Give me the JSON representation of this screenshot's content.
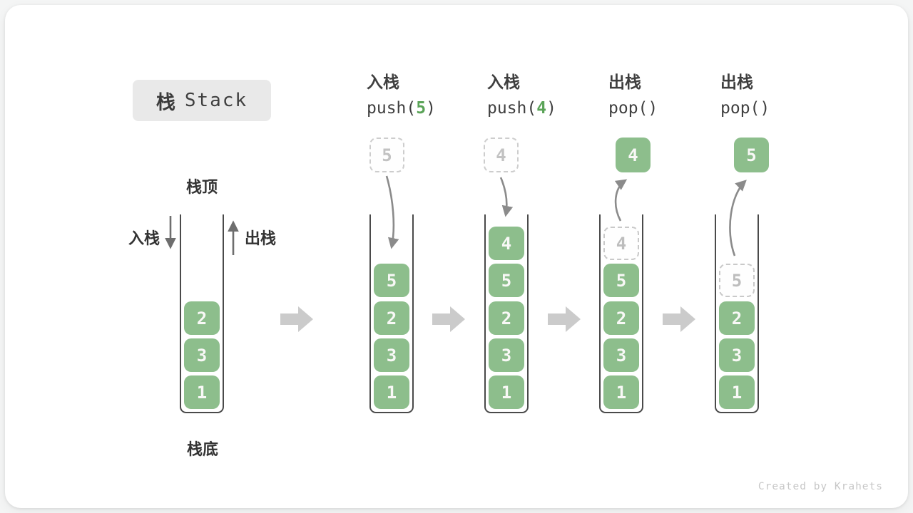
{
  "title": {
    "cjk": "栈",
    "latin": "Stack"
  },
  "labels": {
    "stack_top": "栈顶",
    "stack_bottom": "栈底",
    "push_side": "入栈",
    "pop_side": "出栈"
  },
  "operations": [
    {
      "line1": "入栈",
      "pre": "push(",
      "arg": "5",
      "post": ")"
    },
    {
      "line1": "入栈",
      "pre": "push(",
      "arg": "4",
      "post": ")"
    },
    {
      "line1": "出栈",
      "pre": "pop(",
      "arg": "",
      "post": ")"
    },
    {
      "line1": "出栈",
      "pre": "pop(",
      "arg": "",
      "post": ")"
    }
  ],
  "stacks": [
    {
      "name": "initial",
      "cells": [
        {
          "v": "2",
          "row": 2
        },
        {
          "v": "3",
          "row": 3
        },
        {
          "v": "1",
          "row": 4
        }
      ]
    },
    {
      "name": "after-push-5",
      "cells": [
        {
          "v": "5",
          "row": 1
        },
        {
          "v": "2",
          "row": 2
        },
        {
          "v": "3",
          "row": 3
        },
        {
          "v": "1",
          "row": 4
        }
      ]
    },
    {
      "name": "after-push-4",
      "cells": [
        {
          "v": "4",
          "row": 0
        },
        {
          "v": "5",
          "row": 1
        },
        {
          "v": "2",
          "row": 2
        },
        {
          "v": "3",
          "row": 3
        },
        {
          "v": "1",
          "row": 4
        }
      ]
    },
    {
      "name": "after-pop-4",
      "cells": [
        {
          "v": "4",
          "row": 0,
          "ghost": true
        },
        {
          "v": "5",
          "row": 1
        },
        {
          "v": "2",
          "row": 2
        },
        {
          "v": "3",
          "row": 3
        },
        {
          "v": "1",
          "row": 4
        }
      ]
    },
    {
      "name": "after-pop-5",
      "cells": [
        {
          "v": "5",
          "row": 1,
          "ghost": true
        },
        {
          "v": "2",
          "row": 2
        },
        {
          "v": "3",
          "row": 3
        },
        {
          "v": "1",
          "row": 4
        }
      ]
    }
  ],
  "floating_values": [
    {
      "v": "5",
      "ghost": true
    },
    {
      "v": "4",
      "ghost": true
    },
    {
      "v": "4",
      "ghost": false
    },
    {
      "v": "5",
      "ghost": false
    }
  ],
  "watermark": "Created by Krahets",
  "colors": {
    "cell_green": "#8dbe8c",
    "cell_text": "#f8f8f6",
    "accent_green": "#5aa357",
    "ghost_border": "#c9c9c9",
    "ghost_text": "#bdbdbd",
    "ink": "#3b3b3b",
    "wall": "#4a4a4a",
    "arrow_gray": "#8b8b8b",
    "arrow_dark": "#6e6e6e",
    "block_arrow": "#cbcbcb",
    "title_bg": "#e9e9e9",
    "watermark": "#c7c7c7"
  }
}
